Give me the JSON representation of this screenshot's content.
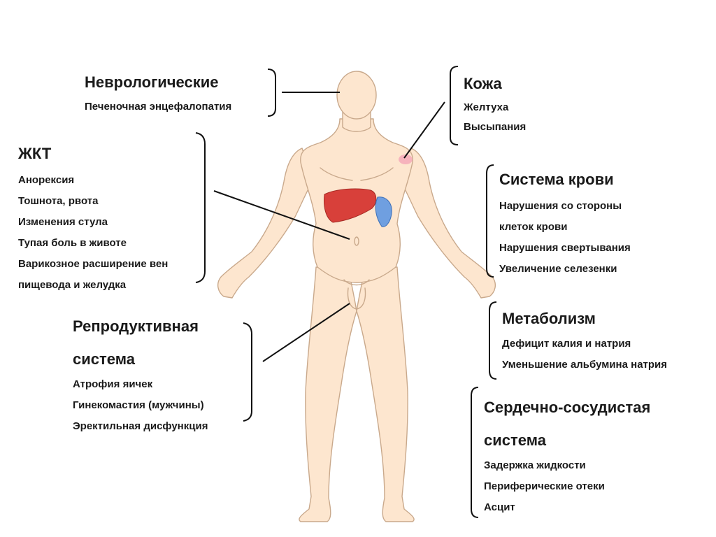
{
  "colors": {
    "skin": "#fde6cf",
    "outline": "#c9a98c",
    "liver": "#d8403a",
    "spleen": "#6f9fe0",
    "skin_spot": "#f4a9b8",
    "line": "#111111"
  },
  "groups": {
    "neuro": {
      "title": [
        "Неврологические"
      ],
      "items": [
        "Печеночная энцефалопатия"
      ]
    },
    "skin": {
      "title": [
        "Кожа"
      ],
      "items": [
        "Желтуха",
        "Высыпания"
      ]
    },
    "git": {
      "title": [
        "ЖКТ"
      ],
      "items": [
        "Анорексия",
        "Тошнота, рвота",
        "Изменения стула",
        "Тупая боль в животе",
        "Варикозное расширение вен",
        "пищевода и желудка"
      ]
    },
    "blood": {
      "title": [
        "Система крови"
      ],
      "items": [
        "Нарушения со стороны",
        "клеток крови",
        "Нарушения свертывания",
        "Увеличение селезенки"
      ]
    },
    "metab": {
      "title": [
        "Метаболизм"
      ],
      "items": [
        "Дефицит калия и натрия",
        "Уменьшение альбумина натрия"
      ]
    },
    "repro": {
      "title": [
        "Репродуктивная",
        "система"
      ],
      "items": [
        "Атрофия яичек",
        "Гинекомастия (мужчины)",
        "Эректильная дисфункция"
      ]
    },
    "cardio": {
      "title": [
        "Сердечно-сосудистая",
        "система"
      ],
      "items": [
        "Задержка жидкости",
        "Периферические отеки",
        "Асцит"
      ]
    }
  }
}
